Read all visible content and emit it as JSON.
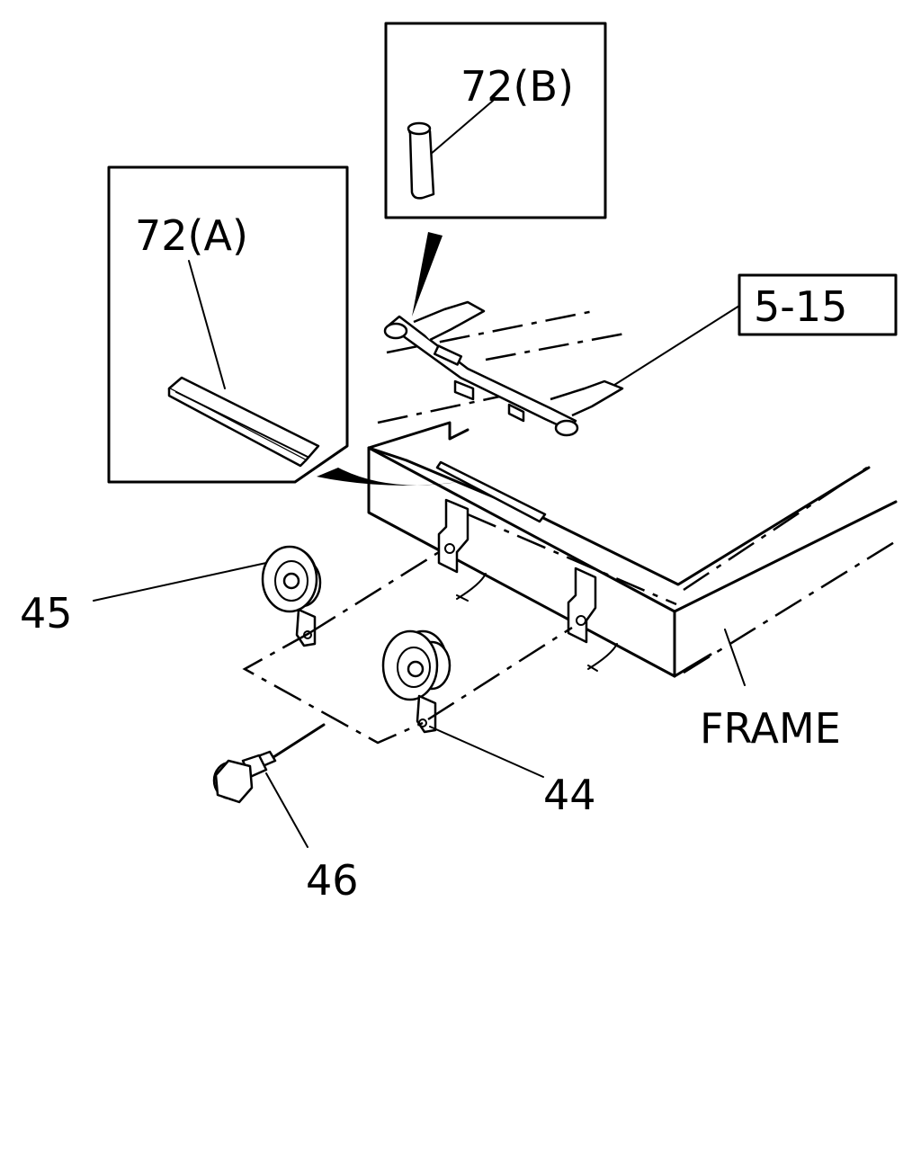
{
  "labels": {
    "inset_a": "72(A)",
    "inset_b": "72(B)",
    "ref_box": "5-15",
    "part_45": "45",
    "part_44": "44",
    "part_46": "46",
    "frame": "FRAME"
  }
}
